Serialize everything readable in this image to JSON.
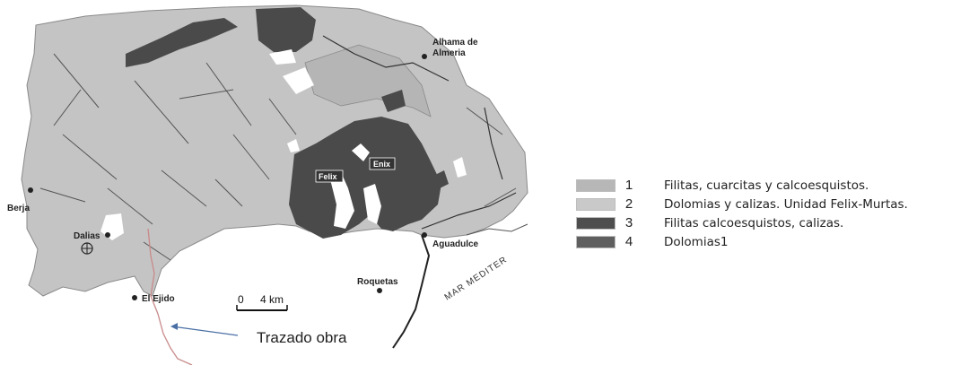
{
  "map": {
    "places": [
      {
        "id": "alhama-1",
        "text": "Alhama de"
      },
      {
        "id": "alhama-2",
        "text": "Almeria"
      },
      {
        "id": "berja",
        "text": "Berja"
      },
      {
        "id": "dalias",
        "text": "Dalias"
      },
      {
        "id": "aguadulce",
        "text": "Aguadulce"
      },
      {
        "id": "roquetas",
        "text": "Roquetas"
      },
      {
        "id": "el-ejido",
        "text": "El Ejido"
      }
    ],
    "unit_labels": {
      "felix": "Felix",
      "enix": "Enix"
    },
    "sea_label": "MAR MEDITER",
    "scale": {
      "start": "0",
      "end": "4 km"
    },
    "route_label": "Trazado obra"
  },
  "legend": {
    "items": [
      {
        "num": "1",
        "text": "Filitas, cuarcitas y calcoesquistos.",
        "color": "#b7b7b7"
      },
      {
        "num": "2",
        "text": "Dolomias y calizas. Unidad Felix-Murtas.",
        "color": "#c9c9c9"
      },
      {
        "num": "3",
        "text": "Filitas calcoesquistos, calizas.",
        "color": "#4e4e4e"
      },
      {
        "num": "4",
        "text": "Dolomias1",
        "color": "#5f5f5f"
      }
    ]
  },
  "colors": {
    "land_light": "#c4c4c4",
    "land_dark": "#4a4a4a",
    "route": "#c98a8a",
    "arrow": "#4a6fa5"
  }
}
